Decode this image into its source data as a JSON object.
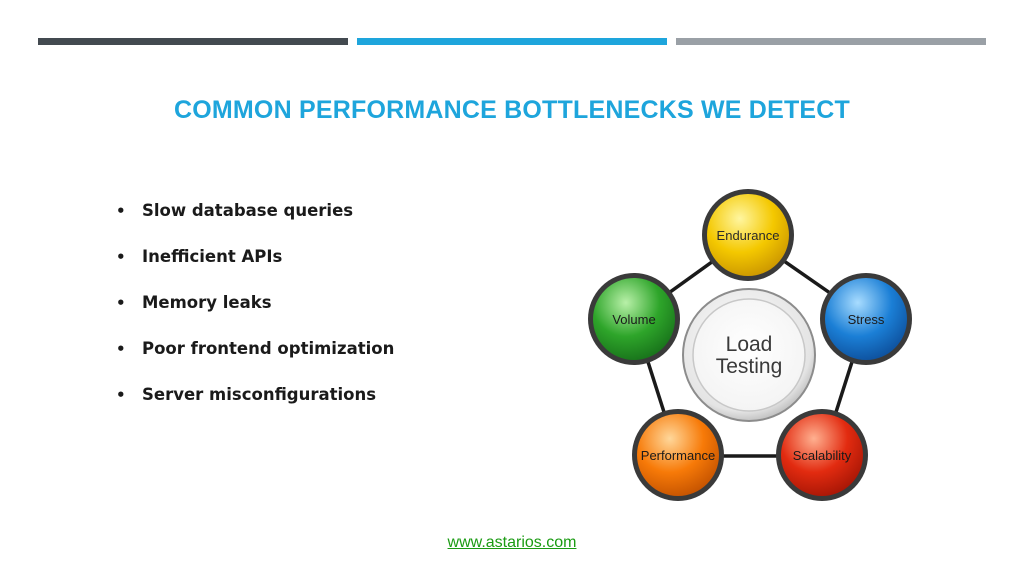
{
  "colors": {
    "bar_dark": "#434a50",
    "bar_blue": "#1ea5dc",
    "bar_gray": "#9aa0a6",
    "title": "#1ea5dc",
    "footer_link": "#1a9b12",
    "endurance": "#f4c800",
    "stress": "#1b7fd6",
    "scalability": "#e22b10",
    "performance": "#f77a08",
    "volume": "#2ea52a",
    "center": "#a9a9a9"
  },
  "slide": {
    "title": "COMMON PERFORMANCE BOTTLENECKS WE DETECT",
    "bullets": [
      "Slow database queries",
      "Inefficient APIs",
      "Memory leaks",
      "Poor frontend optimization",
      "Server misconfigurations"
    ],
    "footer": "www.astarios.com"
  },
  "diagram": {
    "center_line1": "Load",
    "center_line2": "Testing",
    "nodes": [
      "Endurance",
      "Stress",
      "Scalability",
      "Performance",
      "Volume"
    ]
  }
}
